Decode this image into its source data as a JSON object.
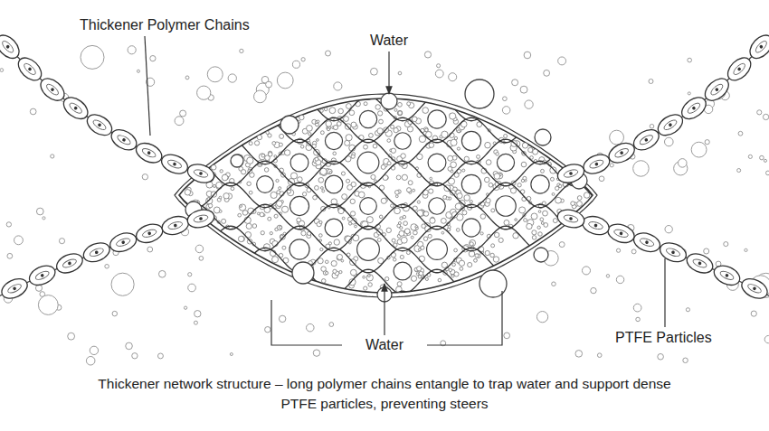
{
  "diagram": {
    "caption": "Thickener network structure – long polymer chains entangle to trap water and support dense PTFE particles, preventing steers",
    "labels": [
      "Thickener Polymer Chains",
      "Water",
      "Water",
      "PTFE Particles"
    ]
  }
}
